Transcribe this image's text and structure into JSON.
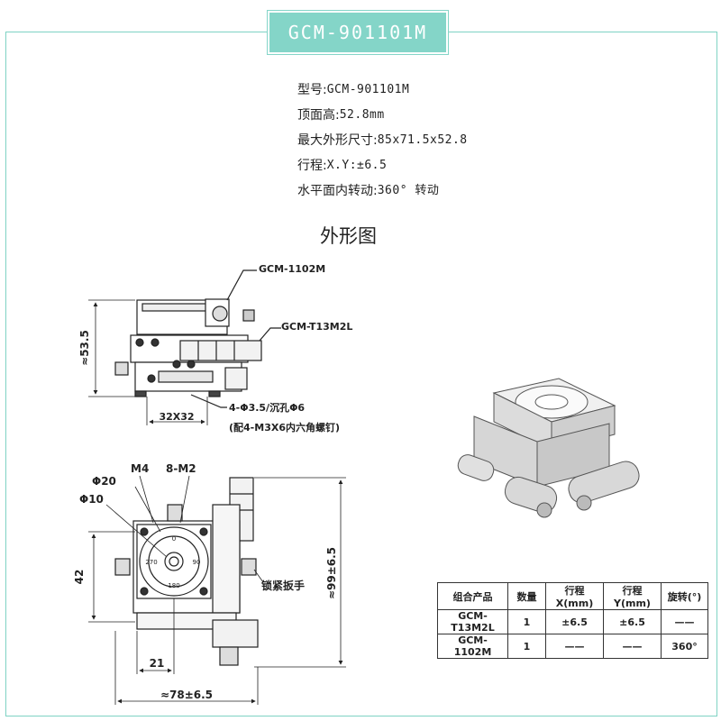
{
  "header": {
    "model_banner": "GCM-901101M"
  },
  "specs": [
    {
      "label": "型号:",
      "value": "GCM-901101M"
    },
    {
      "label": "顶面高:",
      "value": "52.8mm"
    },
    {
      "label": "最大外形尺寸:",
      "value": "85x71.5x52.8"
    },
    {
      "label": "行程:",
      "value": "X.Y:±6.5"
    },
    {
      "label": "水平面内转动:",
      "value": "360° 转动"
    }
  ],
  "section_title": "外形图",
  "side_view": {
    "label_rotary": "GCM-1102M",
    "label_xy": "GCM-T13M2L",
    "dim_height": "≈53.5",
    "dim_holes": "32X32",
    "note_holes": "4-Φ3.5/沉孔Φ6",
    "note_screws": "(配4-M3X6内六角螺钉)"
  },
  "top_view": {
    "label_d20": "Φ20",
    "label_d10": "Φ10",
    "label_m4": "M4",
    "label_8m2": "8-M2",
    "label_lock": "锁紧扳手",
    "dim_42": "42",
    "dim_21": "21",
    "dim_width": "≈78±6.5",
    "dim_depth": "≈99±6.5",
    "scale_marks": [
      "0",
      "90",
      "180",
      "270"
    ]
  },
  "table": {
    "headers": [
      "组合产品",
      "数量",
      "行程X(mm)",
      "行程Y(mm)",
      "旋转(°)"
    ],
    "rows": [
      [
        "GCM-T13M2L",
        "1",
        "±6.5",
        "±6.5",
        "——"
      ],
      [
        "GCM-1102M",
        "1",
        "——",
        "——",
        "360°"
      ]
    ]
  }
}
